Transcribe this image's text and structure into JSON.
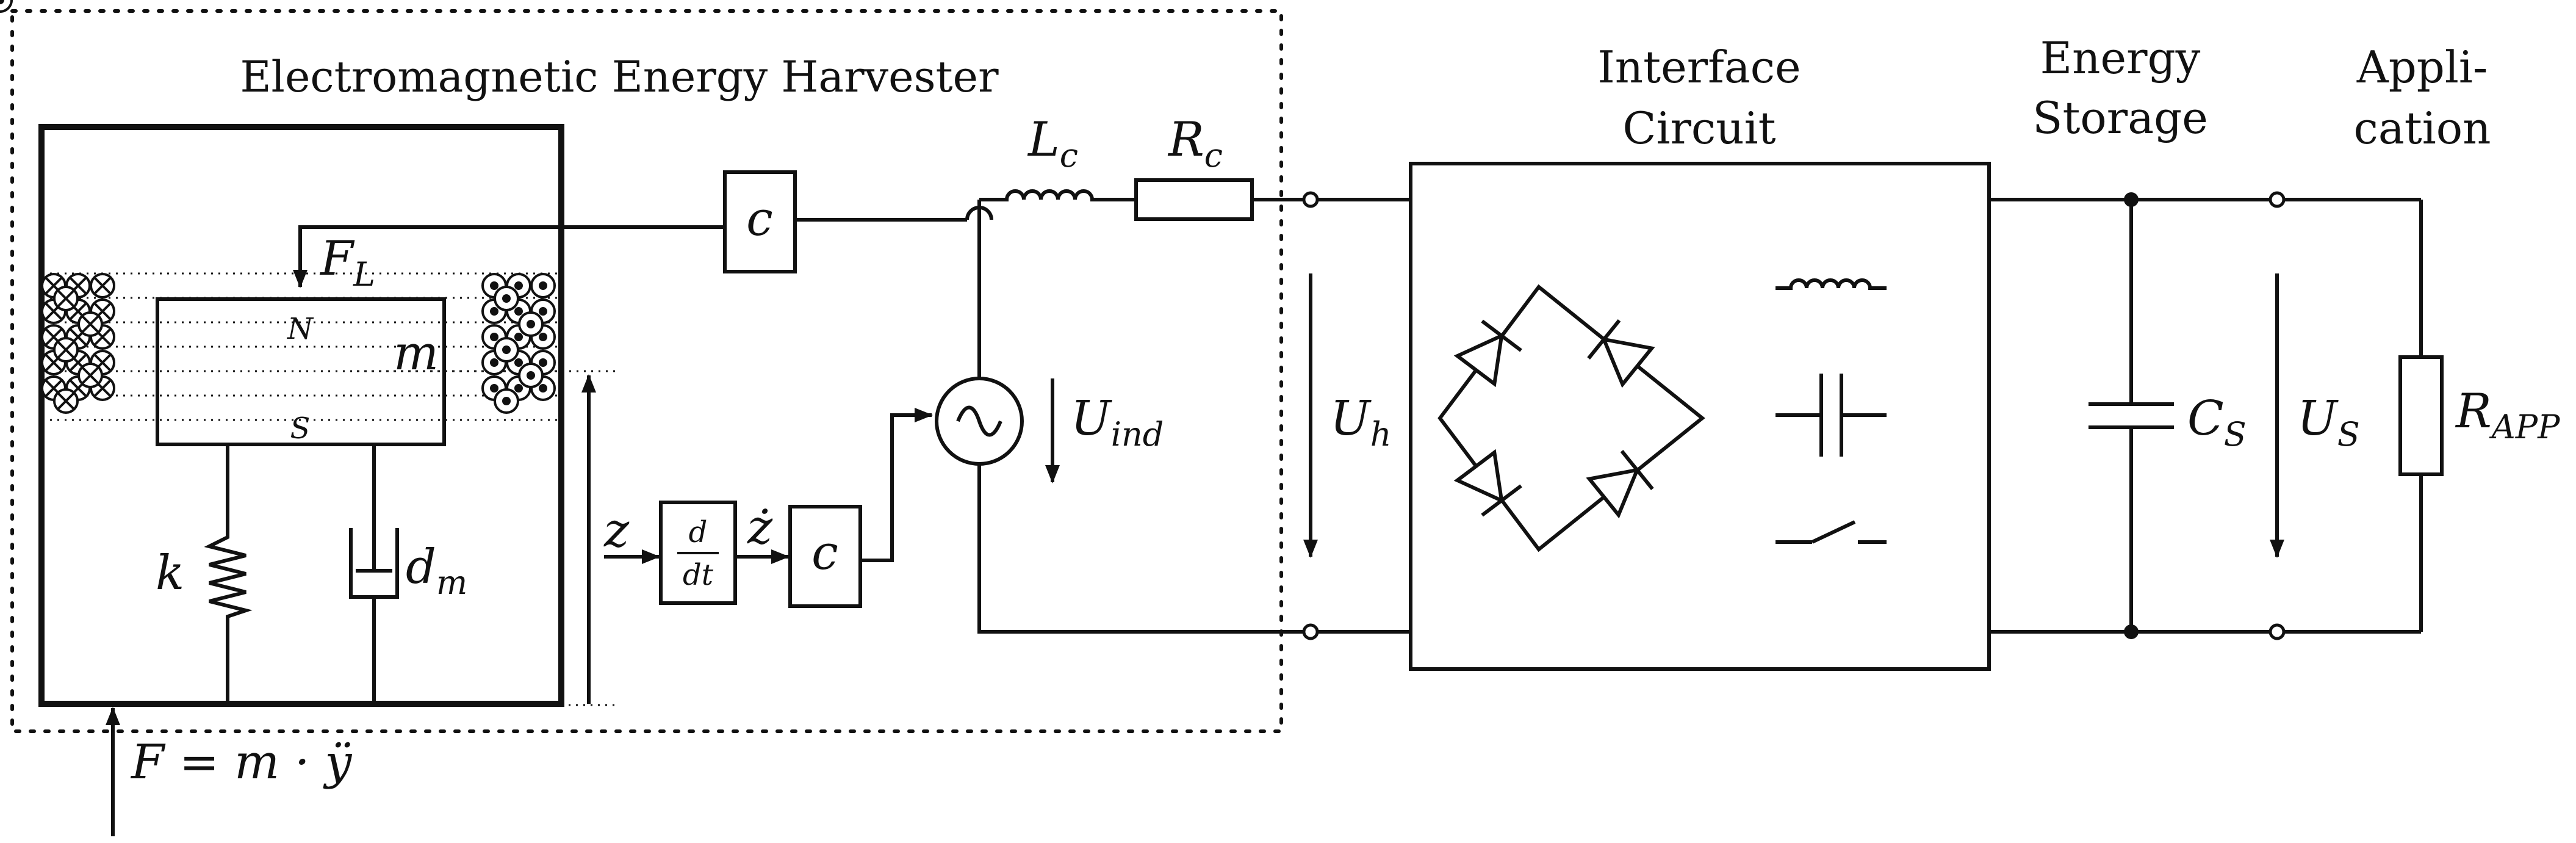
{
  "harvester": {
    "title": "Electromagnetic Energy Harvester",
    "magnet_north": "N",
    "magnet_south": "S",
    "mass_label": "m",
    "lorentz_force_main": "F",
    "lorentz_force_sub": "L",
    "spring_label": "k",
    "damper_main": "d",
    "damper_sub": "m",
    "excitation_label": "F = m · ÿ",
    "coupling_label_top": "c",
    "coupling_label_bottom": "c",
    "position_label": "z",
    "velocity_label": "ż",
    "derivative_num": "d",
    "derivative_den": "dt",
    "inductance_main": "L",
    "inductance_sub": "c",
    "resistance_main": "R",
    "resistance_sub": "c",
    "induced_voltage_main": "U",
    "induced_voltage_sub": "ind"
  },
  "interface": {
    "title_line1": "Interface",
    "title_line2": "Circuit",
    "voltage_main": "U",
    "voltage_sub": "h"
  },
  "storage": {
    "title_line1": "Energy",
    "title_line2": "Storage",
    "capacitor_main": "C",
    "capacitor_sub": "S",
    "voltage_main": "U",
    "voltage_sub": "S"
  },
  "application": {
    "title_line1": "Appli-",
    "title_line2": "cation",
    "resistor_main": "R",
    "resistor_sub": "APP"
  }
}
